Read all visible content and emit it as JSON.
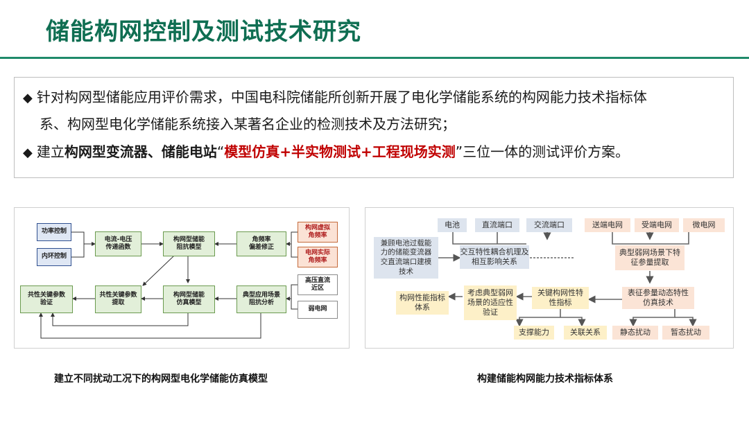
{
  "slide": {
    "title": "储能构网控制及测试技术研究",
    "bullets": {
      "b1_line1": "针对构网型储能应用评价需求，中国电科院储能所创新开展了电化学储能系统的构网能力技术指标体",
      "b1_line2": "系、构网型电化学储能系统接入某著名企业的检测技术及方法研究；",
      "b2_part1": "建立",
      "b2_bold": "构网型变流器、储能电站",
      "b2_q_open": "“",
      "b2_red": "模型仿真+半实物测试+工程现场实测",
      "b2_q_close": "”",
      "b2_part2": "三位一体的测试评价方案。",
      "marker": "◆"
    },
    "captions": {
      "left": "建立不同扰动工况下的构网型电化学储能仿真模型",
      "right": "构建储能构网能力技术指标体系"
    }
  },
  "left_diagram": {
    "power_control": "功率控制",
    "inner_loop": "内环控制",
    "vi_transfer": "电流-电压\n传递函数",
    "gf_impedance": "构网型储能\n阻抗模型",
    "angle_freq_fix": "角频率\n偏差修正",
    "grid_virtual": "构网虚拟\n角频率",
    "grid_actual": "电网实际\n角频率",
    "hv_dc": "高压直流\n近区",
    "weak_grid": "弱电网",
    "common_verify": "共性关键参数\n验证",
    "common_extract": "共性关键参数\n提取",
    "gf_sim": "构网型储能\n仿真模型",
    "typical_scene": "典型应用场景\n阻抗分析"
  },
  "right_diagram": {
    "battery": "电池",
    "dc_port": "直流端口",
    "ac_port": "交流端口",
    "trans_grid": "送端电网",
    "recv_grid": "受端电网",
    "micro_grid": "微电网",
    "overload_model": "兼顾电池过载能\n力的储能变流器\n交直流端口建模\n技术",
    "coupling": "交互特性耦合机理及\n相互影响关系",
    "weak_scene": "典型弱网场景下特\n征参量提取",
    "index_system": "构网性能指标\n体系",
    "adapt_verify": "考虑典型弱网\n场景的适应性\n验证",
    "key_index": "关键构网性特\n性指标",
    "dynamic_sim": "表征参量动态特性\n仿真技术",
    "support": "支撑能力",
    "relation": "关联关系",
    "static_dist": "静态扰动",
    "transient_dist": "暂态扰动"
  },
  "colors": {
    "title": "#0f6e52",
    "accent_red": "#c00000"
  }
}
